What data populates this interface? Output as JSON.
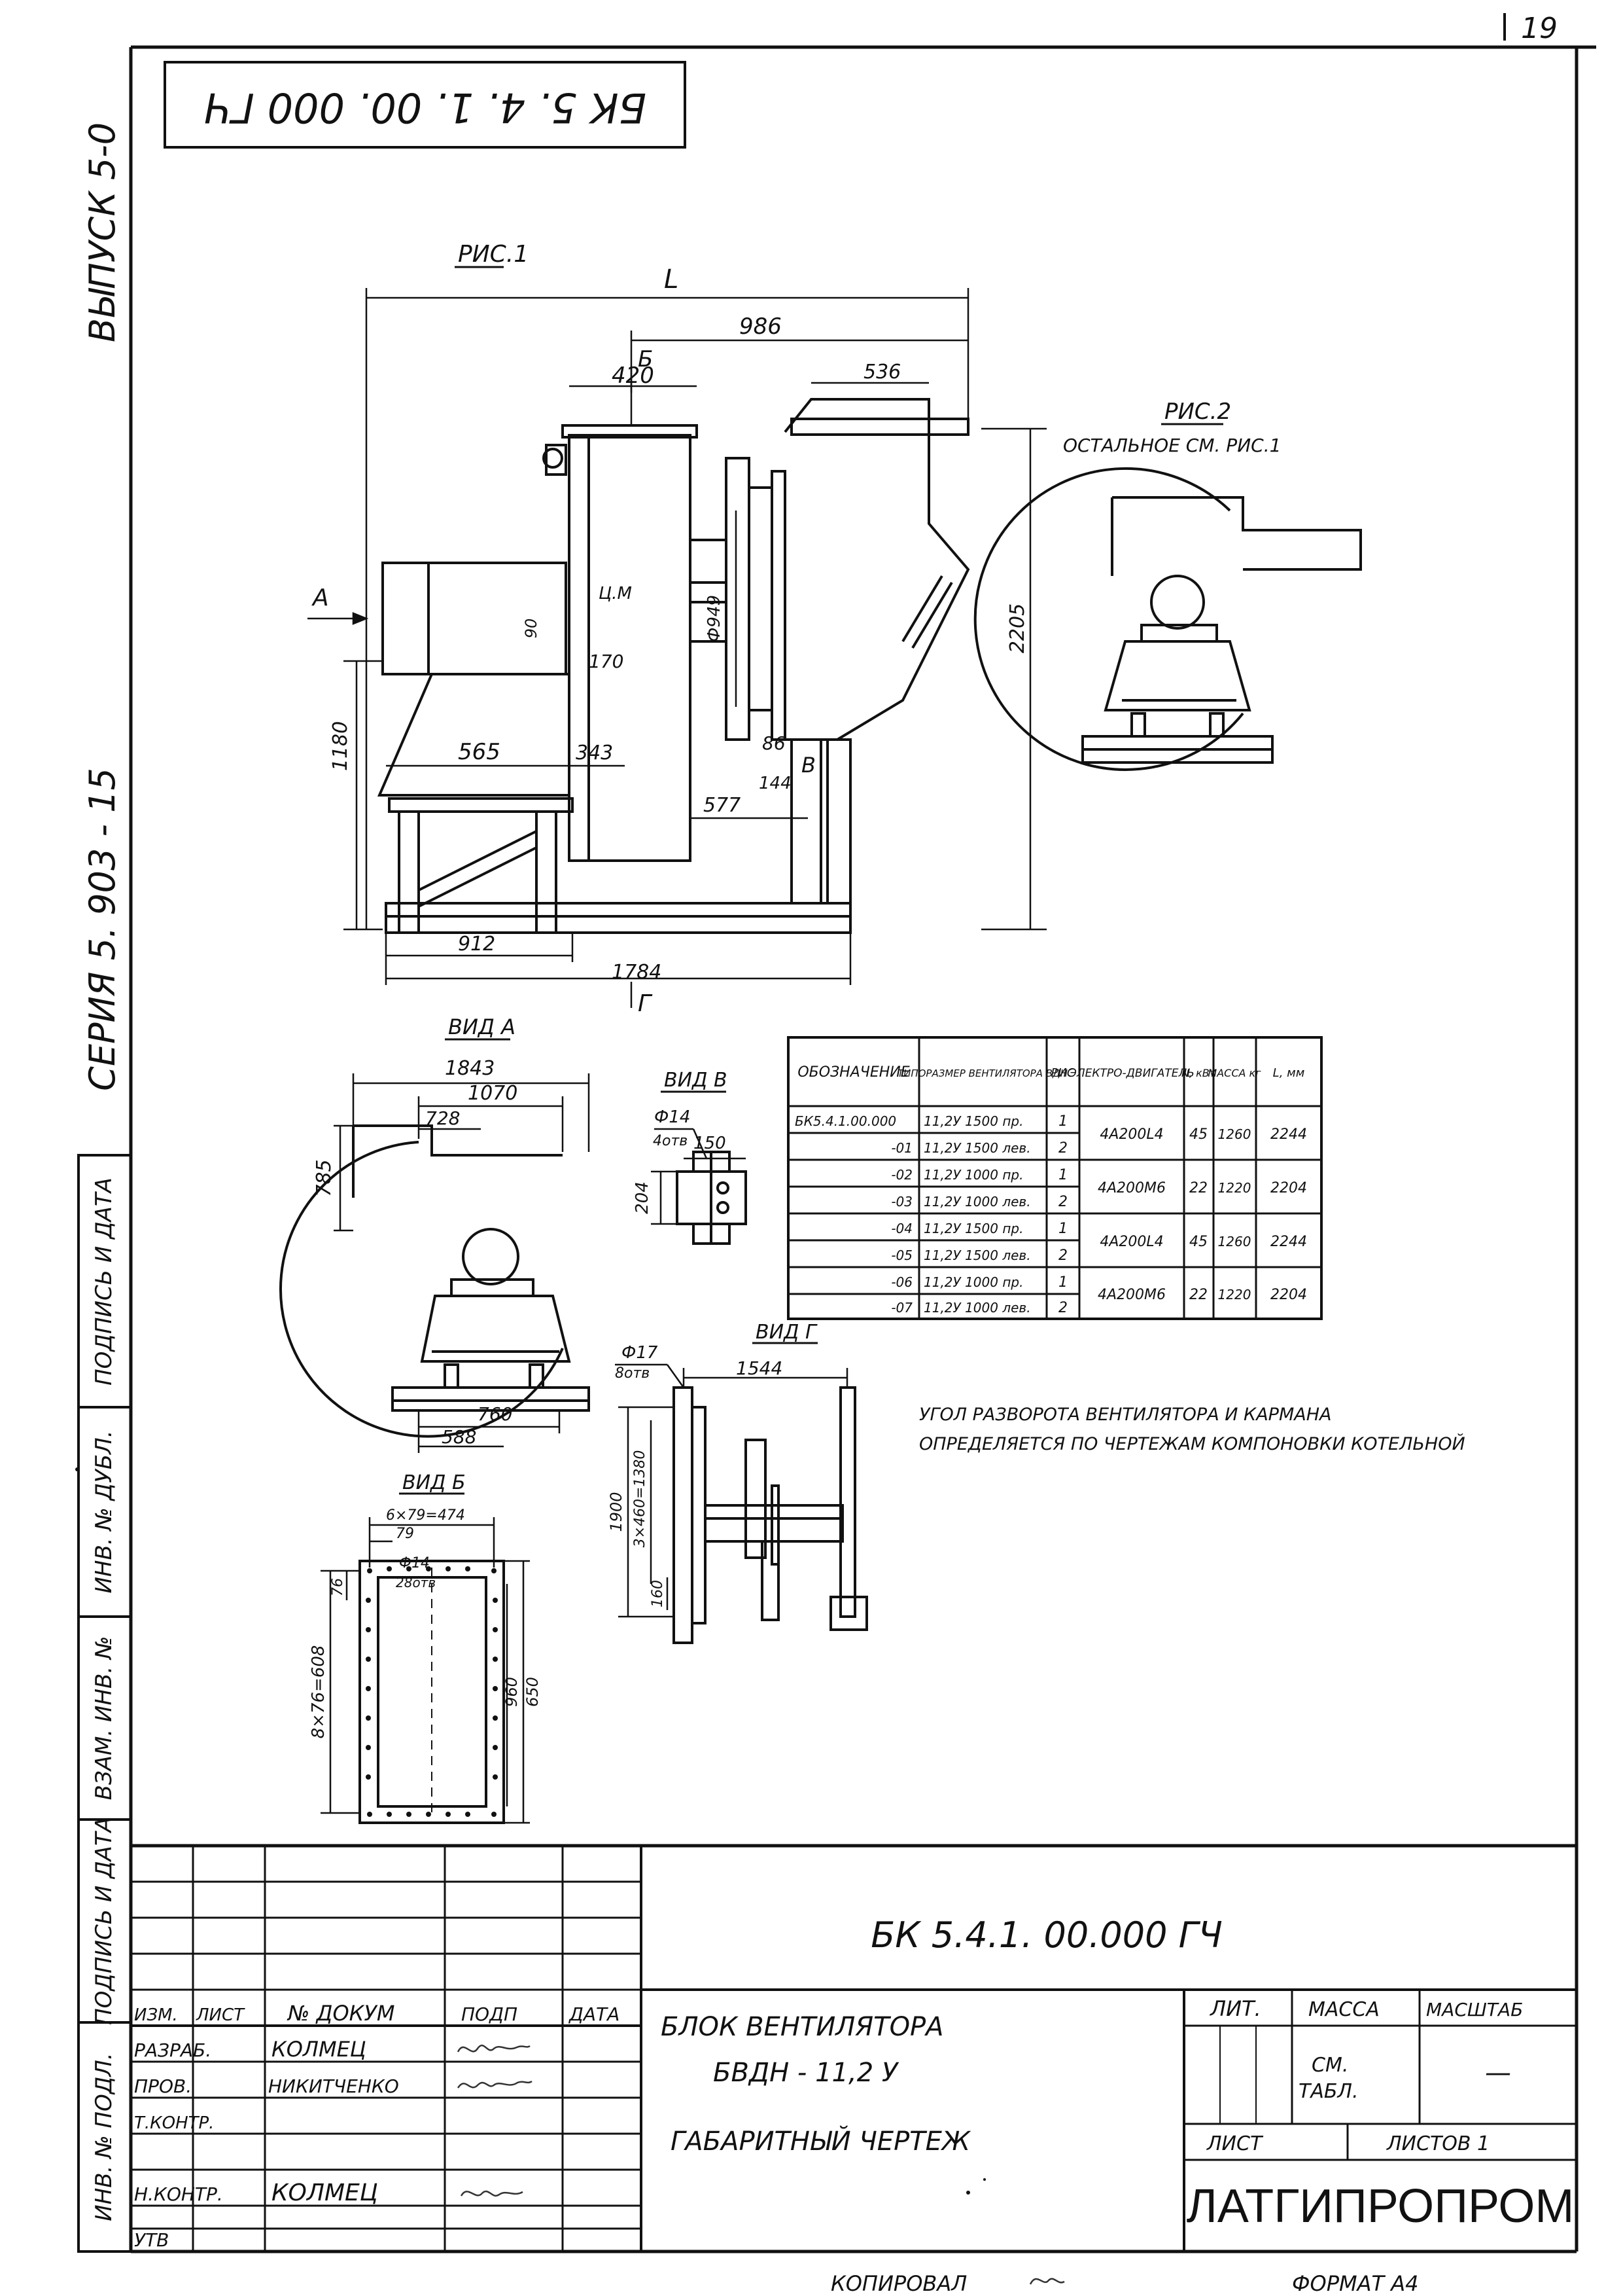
{
  "page_number": "19",
  "top_code_rotated": "БК 5. 4. 1. 00. 000 ГЧ",
  "side_labels": {
    "issue": "ВЫПУСК 5-0",
    "series": "СЕРИЯ 5. 903 - 15"
  },
  "left_strip": [
    "ИНВ. № ПОДЛ.",
    "ПОДПИСЬ И ДАТА",
    "ВЗАМ. ИНВ. №",
    "ИНВ. № ДУБЛ.",
    "ПОДПИСЬ И ДАТА"
  ],
  "fig1": {
    "title": "РИС.1",
    "view_a_arrow": "А",
    "view_b_arrow": "Б",
    "view_v_arrow": "В",
    "view_g_arrow": "Г",
    "dims": {
      "L": "L",
      "d986": "986",
      "d420": "420",
      "d536": "536",
      "d949": "Ф949",
      "d2205": "2205",
      "d1180": "1180",
      "d90": "90",
      "d170": "170",
      "d565": "565",
      "d343": "343",
      "d86": "86",
      "d144": "144",
      "d577": "577",
      "d912": "912",
      "d1784": "1784",
      "cm": "Ц.М"
    }
  },
  "fig2": {
    "title": "РИС.2",
    "note": "ОСТАЛЬНОЕ СМ. РИС.1"
  },
  "view_a": {
    "title": "ВИД А",
    "dims": {
      "d1843": "1843",
      "d1070": "1070",
      "d728": "728",
      "d785": "785",
      "d760": "760",
      "d588": "588"
    }
  },
  "view_v": {
    "title": "ВИД В",
    "dims": {
      "d14": "Ф14",
      "holes": "4отв",
      "d150": "150",
      "d204": "204"
    }
  },
  "view_g": {
    "title": "ВИД Г",
    "dims": {
      "d17": "Ф17",
      "holes": "8отв",
      "d1544": "1544",
      "d1900": "1900",
      "d3x460": "3×460=1380",
      "d160": "160"
    }
  },
  "view_b": {
    "title": "ВИД Б",
    "dims": {
      "d6x79": "6×79=474",
      "d79": "79",
      "d14": "Ф14",
      "holes": "28отв",
      "d8x76": "8×76=608",
      "d76": "76",
      "d960": "960",
      "d650": "650"
    }
  },
  "table": {
    "headers": [
      "ОБОЗНАЧЕНИЕ",
      "ТИПОРАЗМЕР ВЕНТИЛЯТОРА ВДН",
      "РИС",
      "ЭЛЕКТРО-ДВИГАТЕЛЬ",
      "N, кВт",
      "МАССА кг",
      "L, мм"
    ],
    "rows": [
      [
        "БК5.4.1.00.000",
        "11,2У 1500 пр.",
        "1",
        "4А200L4",
        "45",
        "1260",
        "2244"
      ],
      [
        "-01",
        "11,2У 1500 лев.",
        "2",
        "",
        "",
        "",
        ""
      ],
      [
        "-02",
        "11,2У 1000 пр.",
        "1",
        "4А200М6",
        "22",
        "1220",
        "2204"
      ],
      [
        "-03",
        "11,2У 1000 лев.",
        "2",
        "",
        "",
        "",
        ""
      ],
      [
        "-04",
        "11,2У 1500 пр.",
        "1",
        "4А200L4",
        "45",
        "1260",
        "2244"
      ],
      [
        "-05",
        "11,2У 1500 лев.",
        "2",
        "",
        "",
        "",
        ""
      ],
      [
        "-06",
        "11,2У 1000 пр.",
        "1",
        "4А200М6",
        "22",
        "1220",
        "2204"
      ],
      [
        "-07",
        "11,2У 1000 лев.",
        "2",
        "",
        "",
        "",
        ""
      ]
    ]
  },
  "note": {
    "line1": "УГОЛ РАЗВОРОТА ВЕНТИЛЯТОРА И КАРМАНА",
    "line2": "ОПРЕДЕЛЯЕТСЯ ПО ЧЕРТЕЖАМ КОМПОНОВКИ КОТЕЛЬНОЙ"
  },
  "title_block": {
    "code": "БК 5.4.1. 00.000 ГЧ",
    "name_line1": "БЛОК ВЕНТИЛЯТОРА",
    "name_line2": "БВДН - 11,2 У",
    "name_line3": "ГАБАРИТНЫЙ ЧЕРТЕЖ",
    "col_izm": "ИЗМ.",
    "col_list": "ЛИСТ",
    "col_doc": "№ ДОКУМ",
    "col_podp": "ПОДП",
    "col_data": "ДАТА",
    "r_razrab": "РАЗРАБ.",
    "n_razrab": "КОЛМЕЦ",
    "r_prov": "ПРОВ.",
    "n_prov": "НИКИТЧЕНКО",
    "r_tkontr": "Т.КОНТР.",
    "r_nkontr": "Н.КОНТР.",
    "n_nkontr": "КОЛМЕЦ",
    "r_utv": "УТВ",
    "lit": "ЛИТ.",
    "massa": "МАССА",
    "masshtab": "МАСШТАБ",
    "massa_val": "СМ.",
    "massa_val2": "ТАБЛ.",
    "masshtab_val": "—",
    "list": "ЛИСТ",
    "listov": "ЛИСТОВ 1",
    "org": "ЛАТГИПРОПРОМ"
  },
  "footer": {
    "copied": "КОПИРОВАЛ",
    "format": "ФОРМАТ А4"
  }
}
